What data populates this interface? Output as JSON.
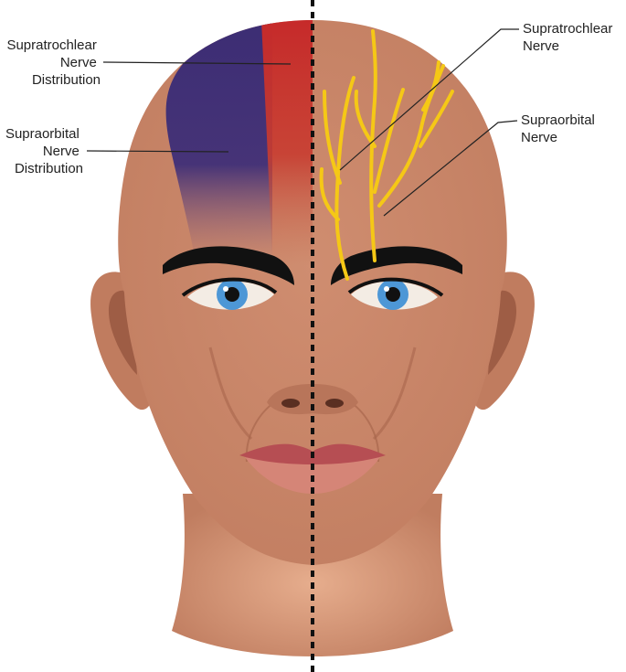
{
  "labels": {
    "supratrochlear_distribution": [
      "Supratrochlear",
      "Nerve",
      "Distribution"
    ],
    "supraorbital_distribution": [
      "Supraorbital",
      "Nerve",
      "Distribution"
    ],
    "supratrochlear_nerve": [
      "Supratrochlear",
      "Nerve"
    ],
    "supraorbital_nerve": [
      "Supraorbital",
      "Nerve"
    ]
  },
  "colors": {
    "background": "#ffffff",
    "skin": "#c9876a",
    "skin_shadow": "#a8664d",
    "neck_highlight": "#e3a989",
    "supratrochlear_zone": "#c62a2a",
    "supraorbital_zone": "#3c2d74",
    "nerve": "#f5c816",
    "brow": "#111111",
    "iris": "#4d97d6",
    "lips": "#b64e53",
    "midline": "#111111",
    "leader_line": "#222222"
  },
  "icons": {
    "head": "head-illustration",
    "midline": "dashed-midline"
  }
}
